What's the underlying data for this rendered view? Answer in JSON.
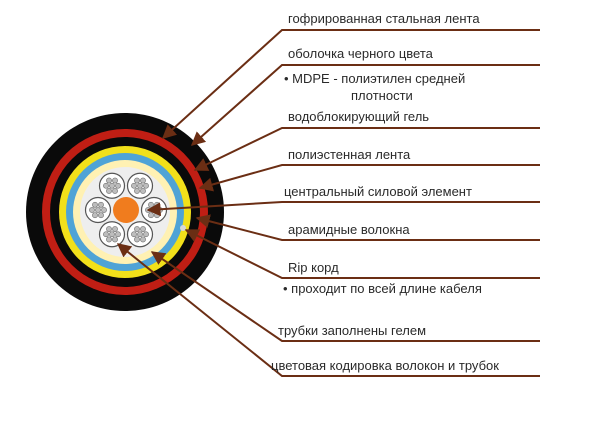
{
  "labels": {
    "corrugated_tape": "гофрированная стальная лента",
    "outer_sheath": "оболочка черного цвета",
    "outer_sheath_note_1": "•  MDPE - полиэтилен средней",
    "outer_sheath_note_2": "плотности",
    "water_gel": "водоблокирующий гель",
    "polyester_tape": "полиэстенная лента",
    "central_member": "центральный силовой элемент",
    "aramid": "арамидные волокна",
    "rip_cord": "Rip корд",
    "rip_cord_note": "• проходит по всей длине кабеля",
    "tubes_gel": "трубки заполнены гелем",
    "color_coding": "цветовая кодировка волокон и трубок"
  },
  "colors": {
    "leader": "#6b2e14",
    "outer_black": "#0a0a0a",
    "red_layer": "#c01e14",
    "yellow_layer": "#f2e01a",
    "blue_layer": "#4fa3d6",
    "inner_fill": "#fff1b3",
    "tube_grey": "#c8c8c8",
    "core_orange": "#f07c1e"
  }
}
